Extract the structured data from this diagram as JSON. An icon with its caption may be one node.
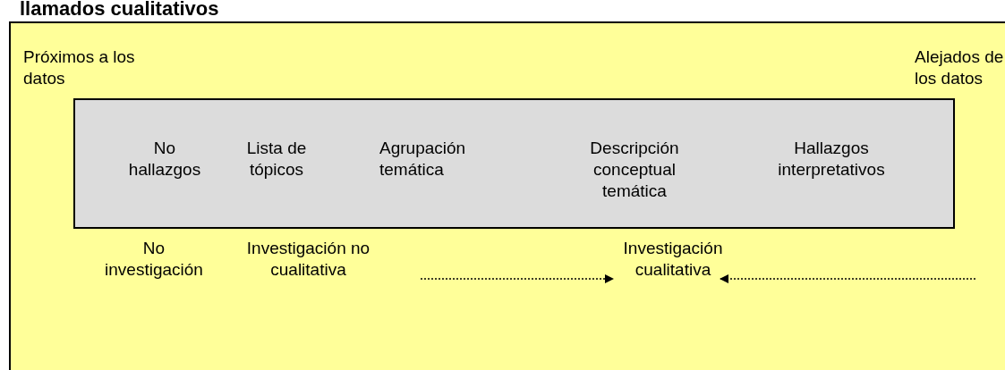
{
  "diagram": {
    "title": "llamados cualitativos",
    "nodes": [
      {
        "text": [],
        "shape": "box"
      },
      {
        "text": [
          "Próximos a los datos"
        ],
        "in": 0
      },
      {
        "text": [
          "Alejados de los datos"
        ],
        "in": 0
      },
      {
        "text": [],
        "shape": "box",
        "in": 0
      },
      {
        "text": [
          "No hallazgos"
        ],
        "in": 3
      },
      {
        "text": [
          "Lista de tópicos"
        ],
        "in": 3
      },
      {
        "text": [
          "Agrupación temática"
        ],
        "in": 3
      },
      {
        "text": [
          "Descripción conceptual temática"
        ],
        "in": 3
      },
      {
        "text": [
          "Hallazgos interpretativos"
        ],
        "in": 3
      },
      {
        "text": [
          "No investigación"
        ],
        "in": 0
      },
      {
        "text": [
          "Investigación no cualitativa"
        ],
        "in": 0
      },
      {
        "text": [
          "Investigación cualitativa"
        ],
        "in": 0
      }
    ],
    "edges": [
      {
        "from": null,
        "to": 11,
        "arrow": "to",
        "style": "dashed"
      },
      {
        "from": null,
        "to": 11,
        "arrow": "to",
        "style": "dashed"
      }
    ]
  }
}
